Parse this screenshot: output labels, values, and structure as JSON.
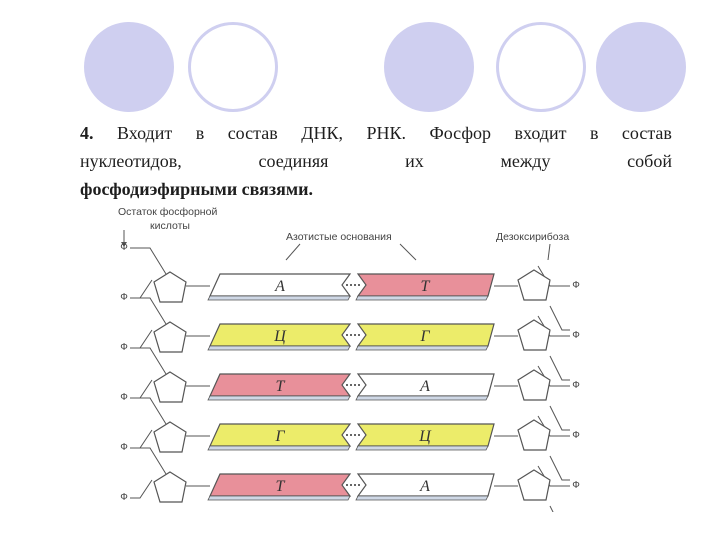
{
  "slide": {
    "paragraph": {
      "number": "4.",
      "line1_words": [
        "Входит",
        "в",
        "состав",
        "ДНК,",
        "РНК.",
        "Фосфор",
        "входит",
        "в",
        "состав"
      ],
      "line2_words": [
        "нуклеотидов,",
        "соединяя",
        "их",
        "между",
        "собой"
      ],
      "line3_bold": "фосфодиэфирными связями."
    }
  },
  "diagram": {
    "labels": {
      "phosphate_residue_line1": "Остаток фосфорной",
      "phosphate_residue_line2": "кислоты",
      "nitrogen_bases": "Азотистые основания",
      "deoxyribose": "Дезоксирибоза"
    },
    "phosphate_symbol": "Ф",
    "colors": {
      "pink": "#e8909a",
      "yellow": "#ecec6a",
      "white": "#ffffff",
      "outline": "#555555"
    },
    "pairs": [
      {
        "left": "А",
        "left_color": "white",
        "right": "Т",
        "right_color": "pink"
      },
      {
        "left": "Ц",
        "left_color": "yellow",
        "right": "Г",
        "right_color": "yellow"
      },
      {
        "left": "Т",
        "left_color": "pink",
        "right": "А",
        "right_color": "white"
      },
      {
        "left": "Г",
        "left_color": "yellow",
        "right": "Ц",
        "right_color": "yellow"
      },
      {
        "left": "Т",
        "left_color": "pink",
        "right": "А",
        "right_color": "white"
      }
    ]
  }
}
